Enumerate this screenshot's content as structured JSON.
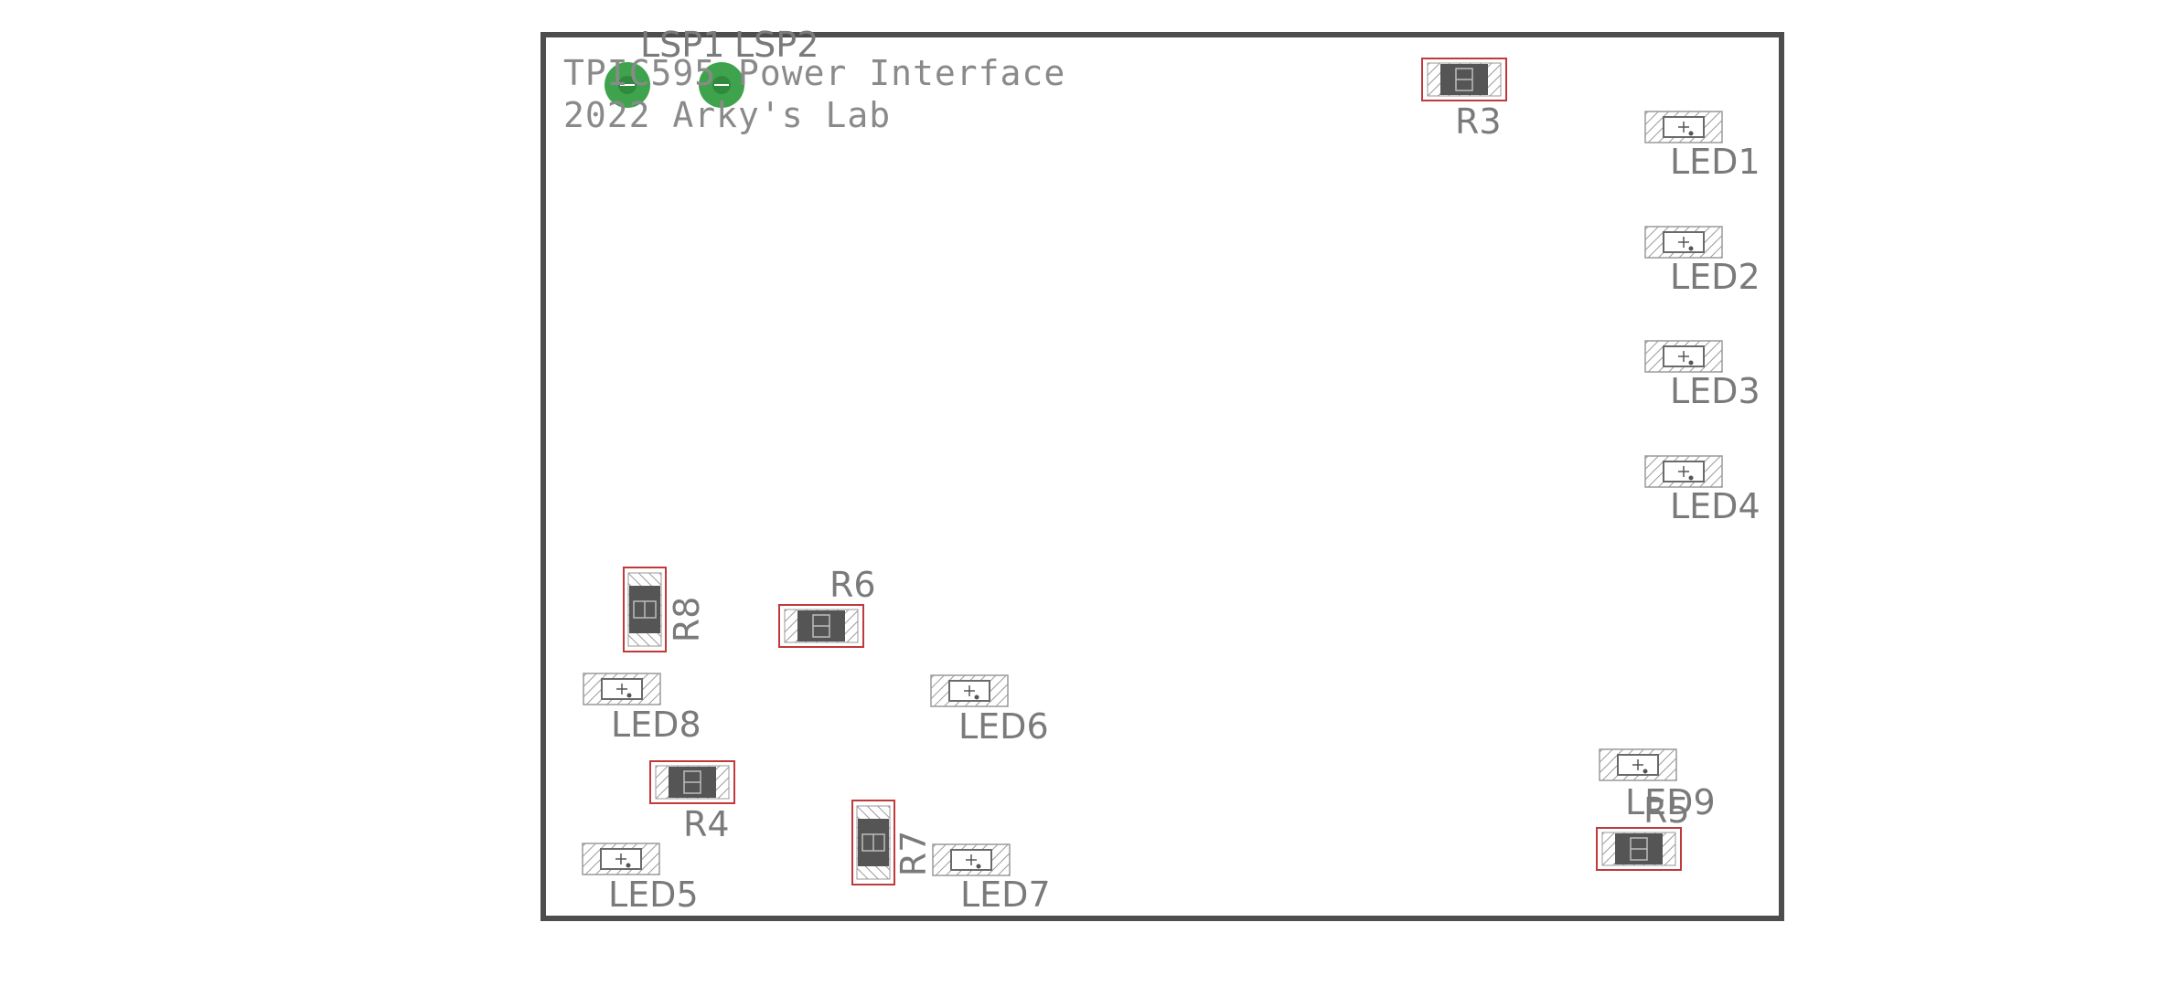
{
  "board": {
    "notes": [
      "TPIC595 Power Interface",
      "2022 Arky's Lab"
    ],
    "colors": {
      "outline": "#4d4d4d",
      "silkscreen": "#7a7a7a",
      "courtyard": "#c0393b",
      "pad_hatch": "#9a9a9a",
      "resistor_body": "#555555",
      "via": "#3fa34d",
      "background": "#ffffff"
    }
  },
  "components": [
    {
      "ref": "LSP1",
      "kind": "via"
    },
    {
      "ref": "LSP2",
      "kind": "via"
    },
    {
      "ref": "R3",
      "kind": "resistor",
      "orientation": "horizontal"
    },
    {
      "ref": "LED1",
      "kind": "led"
    },
    {
      "ref": "LED2",
      "kind": "led"
    },
    {
      "ref": "LED3",
      "kind": "led"
    },
    {
      "ref": "LED4",
      "kind": "led"
    },
    {
      "ref": "R8",
      "kind": "resistor",
      "orientation": "vertical"
    },
    {
      "ref": "R6",
      "kind": "resistor",
      "orientation": "horizontal"
    },
    {
      "ref": "LED8",
      "kind": "led"
    },
    {
      "ref": "LED6",
      "kind": "led"
    },
    {
      "ref": "R4",
      "kind": "resistor",
      "orientation": "horizontal"
    },
    {
      "ref": "R7",
      "kind": "resistor",
      "orientation": "vertical"
    },
    {
      "ref": "LED5",
      "kind": "led"
    },
    {
      "ref": "LED7",
      "kind": "led"
    },
    {
      "ref": "LED9",
      "kind": "led"
    },
    {
      "ref": "R5",
      "kind": "resistor",
      "orientation": "horizontal"
    }
  ]
}
